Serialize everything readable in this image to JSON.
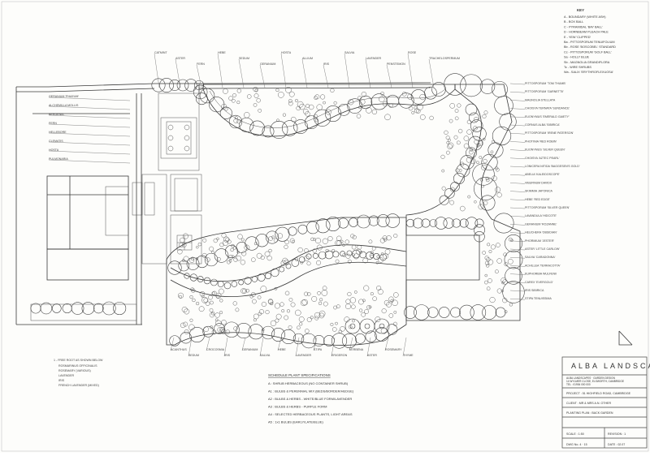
{
  "title_block": {
    "company": "ALBA  LANDSCAPES",
    "address_lines": [
      "ALBA LANDSCAPES · GARDEN DESIGN",
      "14 WYLMER CLOSE, ELSWORTH, CAMBRIDGE",
      "TEL : 01954 000 000"
    ],
    "project": "PROJECT : 51 HIGHFIELD ROAD, CAMBRIDGE",
    "client": "CLIENT : MR & MRS A.N. OTHER",
    "drawing": "PLANTING PLAN : BACK GARDEN",
    "scale": "SCALE : 1:50",
    "revision": "REVISION : 1",
    "drawn": "DWG No. 4 · 15",
    "date": "DATE : 02.07"
  },
  "key": {
    "heading": "KEY",
    "items": [
      "A - BOUNDARY (WHITE ASH)",
      "B - BOX BALL",
      "C - PYRAMIDAL 'BAY BALL'",
      "D - HORNBEAM PLEACH PALE",
      "E - YEW 'CLIPPED'",
      "Ba - PITTOSPORUM TENUIFOLIUM",
      "Bb - ROSE 'BOSCOBEL' STANDARD",
      "Cc - PITTOSPORUM 'GOLF BALL'",
      "Sa - HOLLY BLUE",
      "Sb - MAGNOLIA GRANDIFLORA",
      "Tc - WIRE SHRUBS",
      "Wa - SALIX 'ERYTHROFLEXUOSA'"
    ]
  },
  "notes": {
    "heading": "SCHEDULE PLANT SPECIFICATIONS",
    "items": [
      "A : SHRUB HERBACEOUS (NO CONTAINER SHRUB)",
      "A1 : BULBS & PERENNIAL MIX (BEDS/BORDER/HEDGE)",
      "A2 : BULBS & HERBS - WHITE/BLUE FORM/LAVENDER",
      "A3 : BULBS & HERBS - PURPLE FORM",
      "A4 : SELECTED HERBACEOUS PLANTS, LIGHT AREAS",
      "A5 : 1x1 BULBS (EARLY/LATE/BLUE)"
    ],
    "bottom_left_heading": "1 - FREE ROOT AS SHOWN BELOW",
    "bottom_left_items": [
      "ROSMARINUS OFFICINALIS",
      "ROSEMARY (VARIOUS)",
      "LAVENDER",
      "IRIS",
      "FRENCH LAVENDER (MIXED)"
    ]
  },
  "plant_labels": {
    "right_column": [
      "PITTOSPORUM 'TOM THUMB'",
      "PITTOSPORUM 'GARNETTII'",
      "MAGNOLIA STELLATA",
      "CHOISYA TERNATA 'SUNDANCE'",
      "EUONYMUS 'EMERALD GAIETY'",
      "CORNUS ALBA 'SIBIRICA'",
      "PITTOSPORUM 'IRENE PATERSON'",
      "PHOTINIA 'RED ROBIN'",
      "EUONYMUS 'SILVER QUEEN'",
      "CHOISYA 'AZTEC PEARL'",
      "LONICERA NITIDA 'BAGGESEN'S GOLD'",
      "ABELIA 'KALEIDOSCOPE'",
      "VIBURNUM DAVIDII",
      "SKIMMIA JAPONICA",
      "HEBE 'RED EDGE'",
      "PITTOSPORUM 'SILVER QUEEN'",
      "LAVANDULA 'HIDCOTE'",
      "GERANIUM 'ROZANNE'",
      "HEUCHERA 'OBSIDIAN'",
      "PHORMIUM 'JESTER'",
      "ASTER 'LITTLE CARLOW'",
      "SALVIA 'CARADONNA'",
      "ACHILLEA 'TERRACOTTA'",
      "EUPHORBIA WULFENII",
      "CAREX 'EVERGOLD'",
      "IRIS SIBIRICA",
      "STIPA TENUISSIMA"
    ],
    "top": [
      "CATMINT",
      "ASTER",
      "FERN",
      "HEBE",
      "SEDUM",
      "GERANIUM",
      "HOSTA",
      "ALLIUM",
      "IRIS",
      "SALVIA",
      "LAVENDER",
      "PENSTEMON",
      "ROSE",
      "TRACHELOSPERMUM"
    ],
    "left": [
      "GERANIUM 'PHAEUM'",
      "ALCHEMILLA MOLLIS",
      "BERGENIA",
      "FERN",
      "HELLEBORE",
      "CLEMATIS",
      "HOSTA",
      "PULMONARIA"
    ],
    "bottom": [
      "ACANTHUS",
      "SEDUM",
      "CROCOSMIA",
      "IRIS",
      "GERANIUM",
      "SALVIA",
      "HEBE",
      "LAVENDER",
      "STIPA",
      "ERIGERON",
      "VERBENA",
      "ASTER",
      "ROSEMARY",
      "THYME"
    ]
  }
}
